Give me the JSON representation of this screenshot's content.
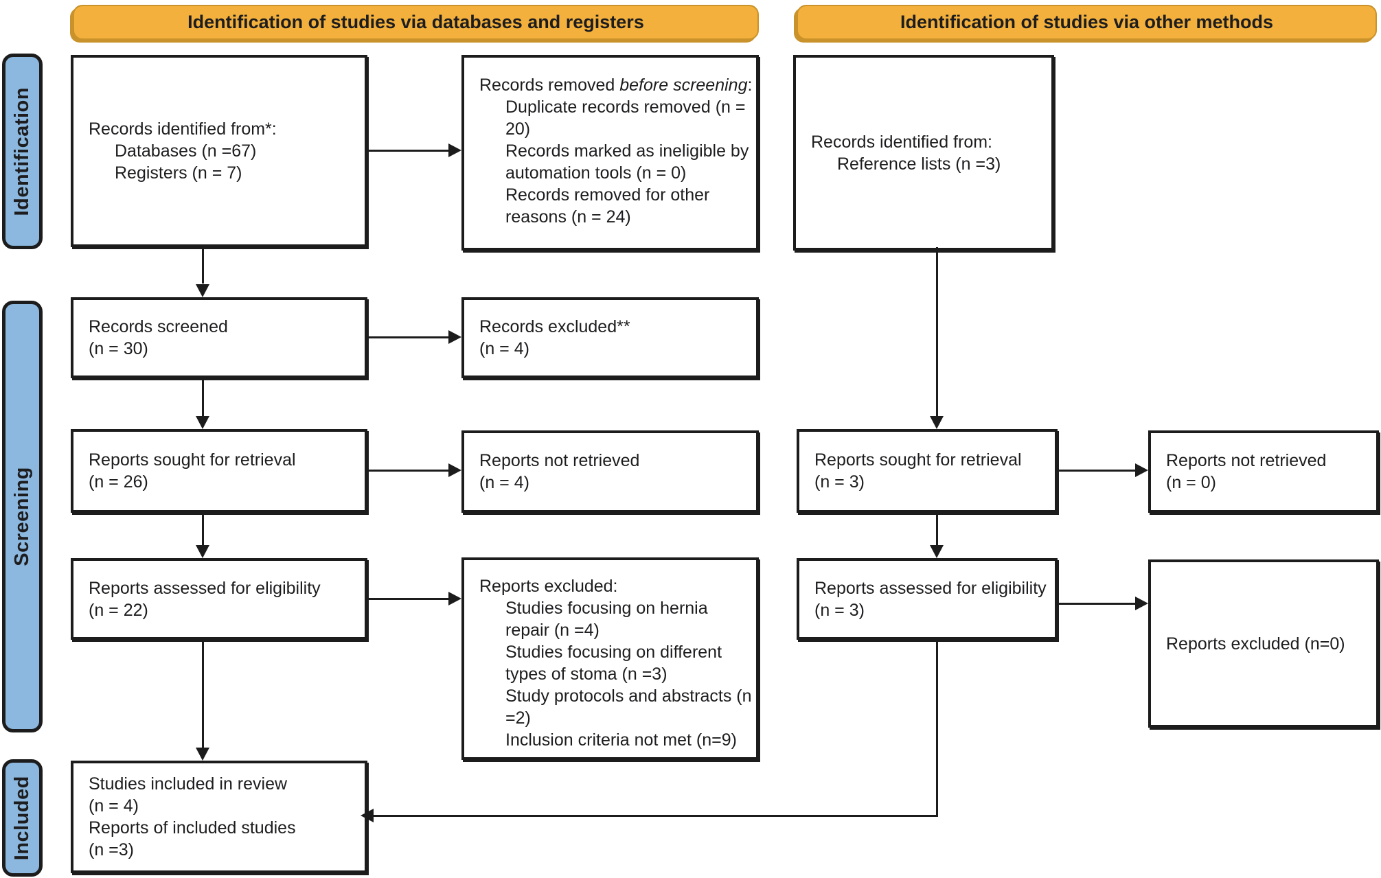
{
  "headers": {
    "left": "Identification of studies via databases and registers",
    "right": "Identification of studies via other methods"
  },
  "side_labels": {
    "identification": "Identification",
    "screening": "Screening",
    "included": "Included"
  },
  "flow": {
    "records_identified_db": {
      "title": "Records identified from*:",
      "items": [
        "Databases (n =67)",
        "Registers (n = 7)"
      ]
    },
    "records_removed": {
      "title_pre": "Records removed ",
      "title_italic": "before screening",
      "title_post": ":",
      "items": [
        "Duplicate records removed (n = 20)",
        "Records marked as ineligible by automation tools (n = 0)",
        "Records removed for other reasons (n = 24)"
      ]
    },
    "records_screened": {
      "line1": "Records screened",
      "line2": "(n = 30)"
    },
    "records_excluded": {
      "line1": "Records excluded**",
      "line2": "(n = 4)"
    },
    "reports_sought_db": {
      "line1": "Reports sought for retrieval",
      "line2": "(n = 26)"
    },
    "reports_not_retrieved_db": {
      "line1": "Reports not retrieved",
      "line2": "(n = 4)"
    },
    "reports_assessed_db": {
      "line1": "Reports assessed for eligibility",
      "line2": "(n = 22)"
    },
    "reports_excluded_db": {
      "title": "Reports excluded:",
      "items": [
        "Studies focusing on hernia repair (n =4)",
        "Studies focusing on different types of stoma (n =3)",
        "Study protocols and abstracts (n =2)",
        "Inclusion criteria not met (n=9)"
      ]
    },
    "studies_included": {
      "lines": [
        "Studies included in review",
        "(n = 4)",
        "Reports of included studies",
        "(n =3)"
      ]
    },
    "records_identified_other": {
      "title": "Records identified from:",
      "items": [
        "Reference lists (n =3)"
      ]
    },
    "reports_sought_other": {
      "line1": "Reports sought for retrieval",
      "line2": "(n = 3)"
    },
    "reports_not_retrieved_other": {
      "line1": "Reports not retrieved",
      "line2": "(n = 0)"
    },
    "reports_assessed_other": {
      "line1": "Reports assessed for eligibility",
      "line2": "(n = 3)"
    },
    "reports_excluded_other": {
      "line1": "Reports excluded (n=0)"
    }
  },
  "colors": {
    "header_bg": "#F3B03C",
    "header_border": "#C9922A",
    "stage_label_bg": "#8CB8DF",
    "box_border": "#1c1c1c",
    "text": "#1d1d1f",
    "background": "#ffffff"
  }
}
